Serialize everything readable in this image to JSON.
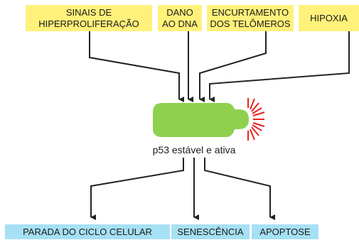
{
  "inputs": {
    "hyperproliferation": "SINAIS DE\nHIPERPROLIFERAÇÃO",
    "dna_damage": "DANO\nAO DNA",
    "telomere": "ENCURTAMENTO\nDOS TELÔMEROS",
    "hypoxia": "HIPOXIA"
  },
  "center_label": "p53 estável e ativa",
  "outputs": {
    "cell_cycle_arrest": "PARADA DO CICLO CELULAR",
    "senescence": "SENESCÊNCIA",
    "apoptosis": "APOPTOSE"
  },
  "colors": {
    "input_box": "#fff17a",
    "output_box": "#a6e0f5",
    "protein": "#8fd14f",
    "burst": "#e8251f",
    "arrow": "#222222"
  }
}
